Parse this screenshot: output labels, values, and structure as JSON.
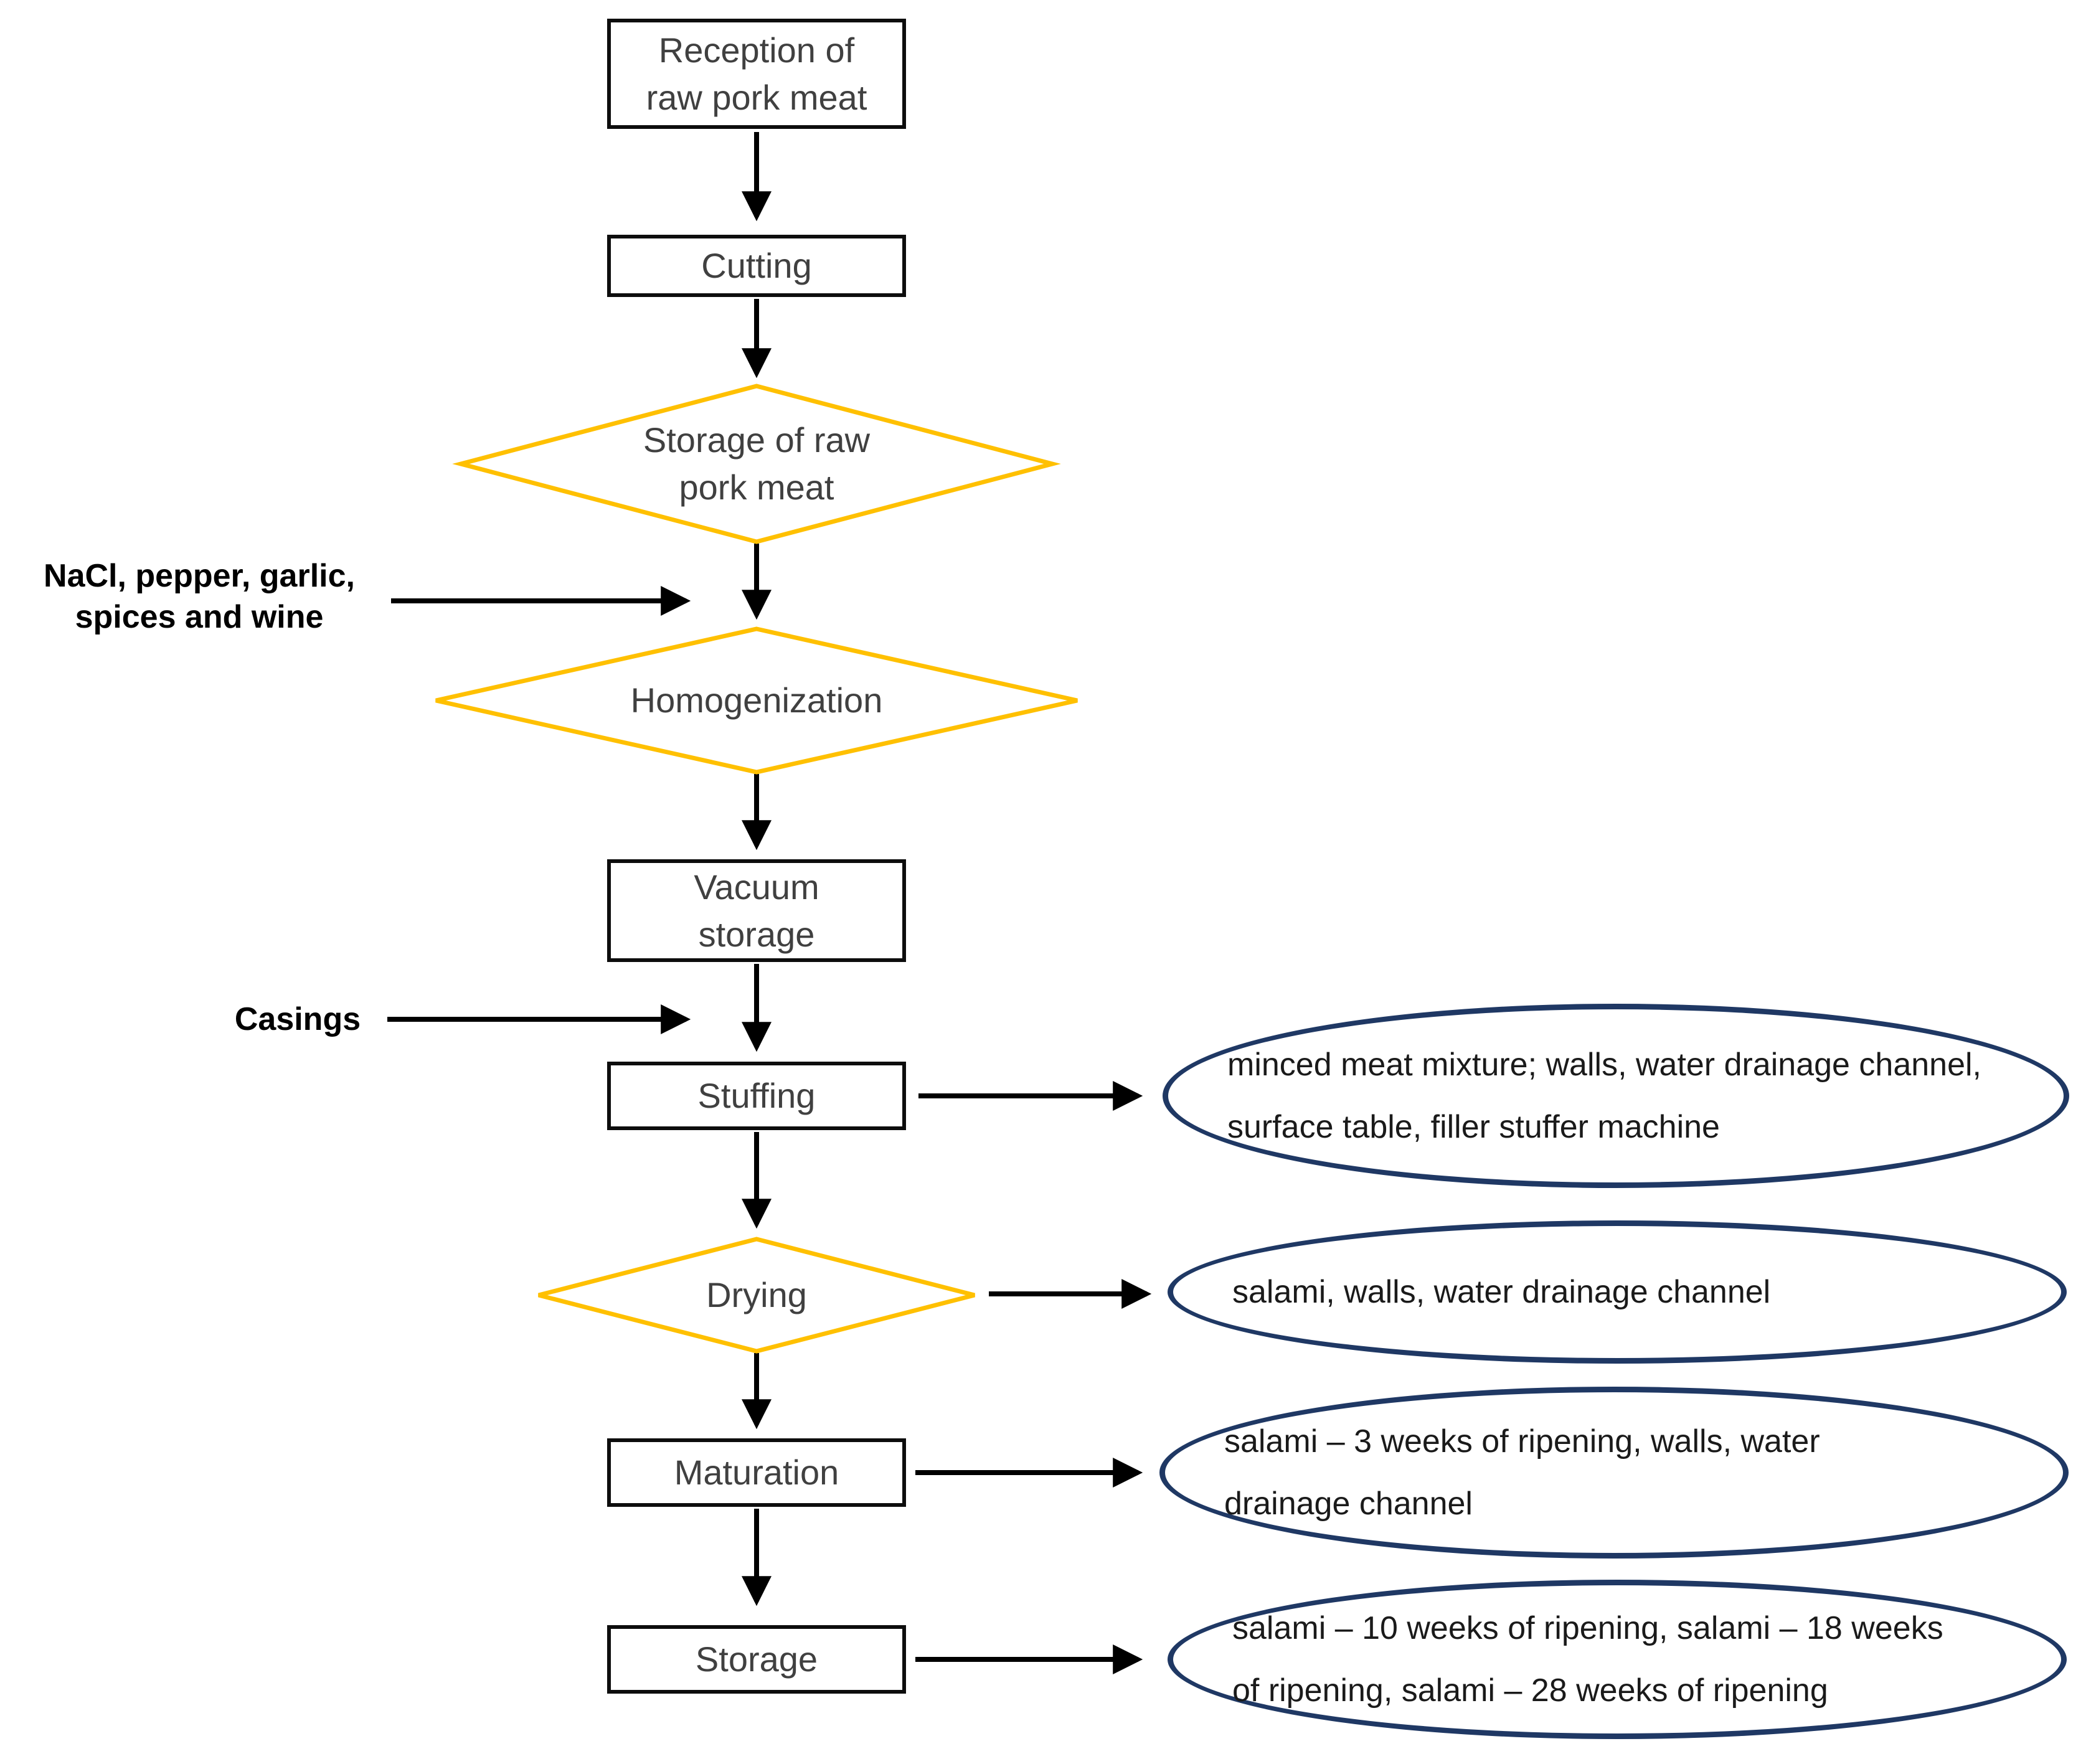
{
  "nodes": {
    "reception": {
      "line1": "Reception of",
      "line2": "raw pork meat"
    },
    "cutting": {
      "label": "Cutting"
    },
    "storageRaw": {
      "line1": "Storage of raw",
      "line2": "pork meat"
    },
    "homogenization": {
      "label": "Homogenization"
    },
    "vacuum": {
      "line1": "Vacuum",
      "line2": "storage"
    },
    "stuffing": {
      "label": "Stuffing"
    },
    "drying": {
      "label": "Drying"
    },
    "maturation": {
      "label": "Maturation"
    },
    "storage": {
      "label": "Storage"
    }
  },
  "side_inputs": {
    "seasoning": {
      "line1": "NaCl, pepper, garlic,",
      "line2": "spices and wine"
    },
    "casings": {
      "label": "Casings"
    }
  },
  "outputs": {
    "stuffing": {
      "line1": "minced meat mixture; walls, water drainage channel,",
      "line2": "surface table, filler stuffer machine"
    },
    "drying": {
      "line1": "salami, walls, water drainage channel"
    },
    "maturation": {
      "line1": "salami – 3 weeks of ripening, walls, water",
      "line2": "drainage channel"
    },
    "storage": {
      "line1": "salami – 10 weeks of ripening, salami – 18 weeks",
      "line2": "of ripening, salami – 28 weeks of ripening"
    }
  },
  "colors": {
    "rect_border": "#0D0D0D",
    "diamond_border": "#FFC000",
    "ellipse_border": "#1F3864",
    "arrow": "#000000",
    "node_text": "#404040",
    "ellipse_text": "#1A1A1A"
  }
}
